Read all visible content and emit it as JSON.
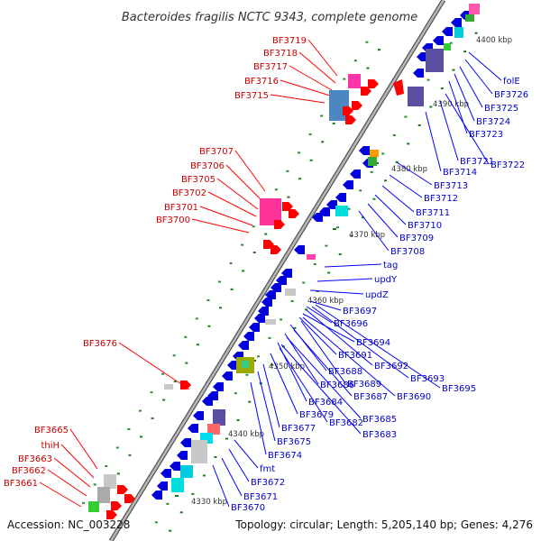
{
  "title": "Bacteroides fragilis NCTC 9343, complete genome",
  "footer": {
    "accession": "Accession: NC_003228",
    "topology": "Topology: circular; Length: 5,205,140 bp; Genes: 4,276"
  },
  "colors": {
    "backbone": "#808080",
    "forward": "#ff0000",
    "reverse": "#0000ff"
  },
  "ticks": [
    {
      "label": "4330 kbp"
    },
    {
      "label": "4340 kbp"
    },
    {
      "label": "4350 kbp"
    },
    {
      "label": "4360 kbp"
    },
    {
      "label": "4370 kbp"
    },
    {
      "label": "4380 kbp"
    },
    {
      "label": "4390 kbp"
    },
    {
      "label": "4400 kbp"
    }
  ],
  "left_labels": [
    {
      "text": "BF3719",
      "color": "#cc0000"
    },
    {
      "text": "BF3718",
      "color": "#cc0000"
    },
    {
      "text": "BF3717",
      "color": "#cc0000"
    },
    {
      "text": "BF3716",
      "color": "#cc0000"
    },
    {
      "text": "BF3715",
      "color": "#cc0000"
    },
    {
      "text": "BF3707",
      "color": "#cc0000"
    },
    {
      "text": "BF3706",
      "color": "#cc0000"
    },
    {
      "text": "BF3705",
      "color": "#cc0000"
    },
    {
      "text": "BF3702",
      "color": "#cc0000"
    },
    {
      "text": "BF3701",
      "color": "#cc0000"
    },
    {
      "text": "BF3700",
      "color": "#cc0000"
    },
    {
      "text": "BF3676",
      "color": "#cc0000"
    },
    {
      "text": "BF3665",
      "color": "#cc0000"
    },
    {
      "text": "thiH",
      "color": "#cc0000"
    },
    {
      "text": "BF3663",
      "color": "#cc0000"
    },
    {
      "text": "BF3662",
      "color": "#cc0000"
    },
    {
      "text": "BF3661",
      "color": "#cc0000"
    }
  ],
  "right_labels": [
    {
      "text": "folE"
    },
    {
      "text": "BF3726"
    },
    {
      "text": "BF3725"
    },
    {
      "text": "BF3724"
    },
    {
      "text": "BF3723"
    },
    {
      "text": "BF3721"
    },
    {
      "text": "BF3722"
    },
    {
      "text": "BF3714"
    },
    {
      "text": "BF3713"
    },
    {
      "text": "BF3712"
    },
    {
      "text": "BF3711"
    },
    {
      "text": "BF3710"
    },
    {
      "text": "BF3709"
    },
    {
      "text": "BF3708"
    },
    {
      "text": "tag"
    },
    {
      "text": "updY"
    },
    {
      "text": "updZ"
    },
    {
      "text": "BF3697"
    },
    {
      "text": "BF3696"
    },
    {
      "text": "BF3694"
    },
    {
      "text": "BF3691"
    },
    {
      "text": "BF3692"
    },
    {
      "text": "BF3688"
    },
    {
      "text": "BF3689"
    },
    {
      "text": "BF3693"
    },
    {
      "text": "BF3686"
    },
    {
      "text": "BF3687"
    },
    {
      "text": "BF3690"
    },
    {
      "text": "BF3695"
    },
    {
      "text": "BF3684"
    },
    {
      "text": "BF3679"
    },
    {
      "text": "BF3685"
    },
    {
      "text": "BF3682"
    },
    {
      "text": "BF3677"
    },
    {
      "text": "BF3683"
    },
    {
      "text": "BF3675"
    },
    {
      "text": "BF3674"
    },
    {
      "text": "fmt"
    },
    {
      "text": "BF3672"
    },
    {
      "text": "BF3671"
    },
    {
      "text": "BF3670"
    }
  ]
}
